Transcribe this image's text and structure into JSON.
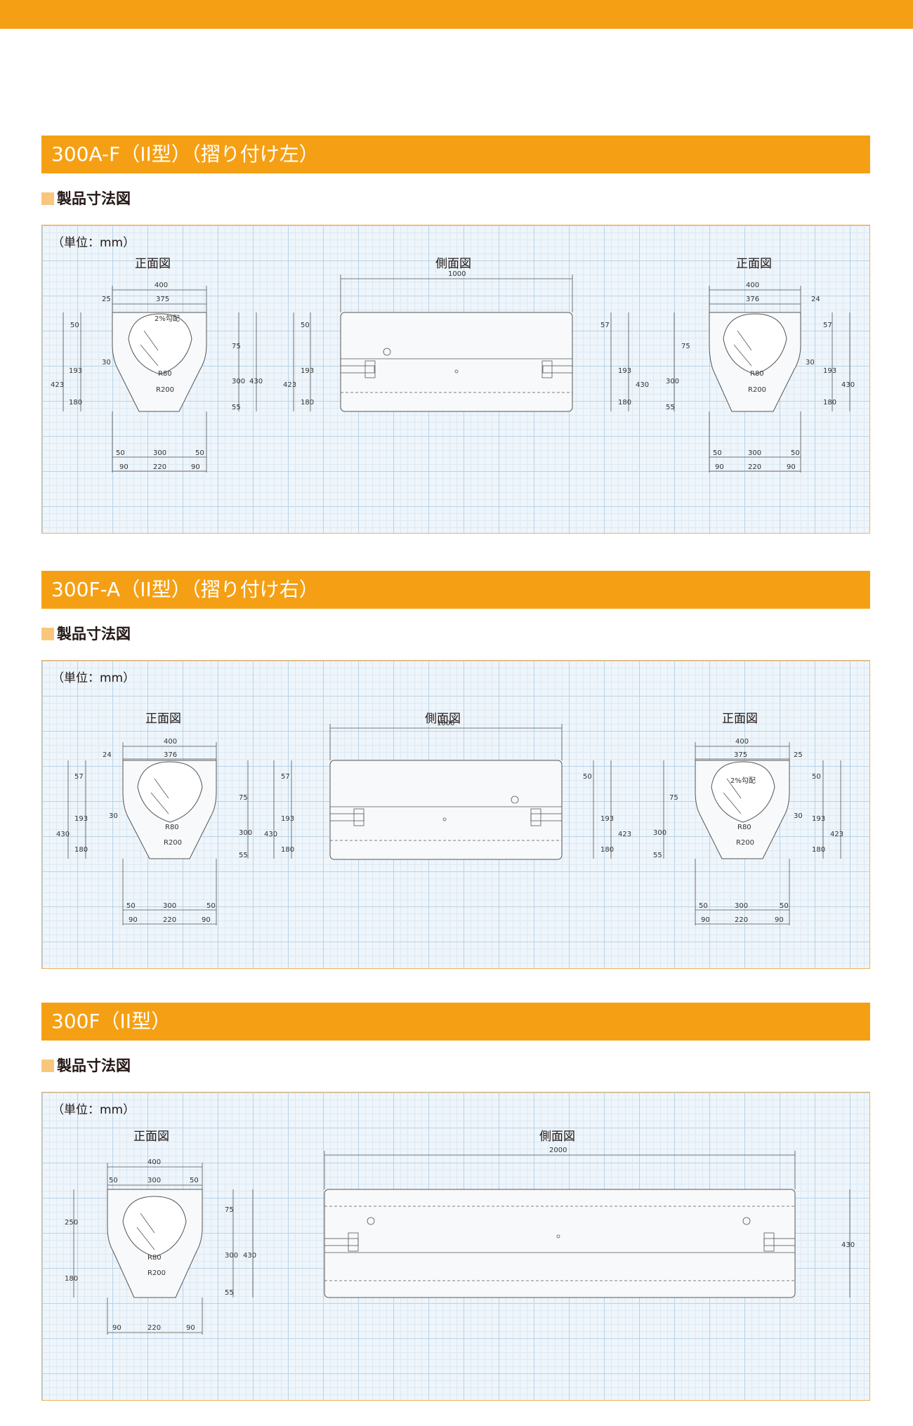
{
  "sections": [
    {
      "title": "300A-F（II型）（摺り付け左）",
      "subtitle": "製品寸法図",
      "unit": "（単位：mm）",
      "views": [
        "正面図",
        "側面図",
        "正面図"
      ],
      "front_left": {
        "w": "400",
        "a": "25",
        "b": "375",
        "slope": "2%勾配",
        "h1": "50",
        "total": "423",
        "h2": "193",
        "h3": "180",
        "r1": "R80",
        "r2": "R200",
        "e30": "30",
        "c75": "75",
        "c300": "300",
        "c55": "55",
        "c430": "430",
        "b50a": "50",
        "b300": "300",
        "b50b": "50",
        "b90a": "90",
        "b220": "220",
        "b90b": "90"
      },
      "side": {
        "len": "1000",
        "l50": "50",
        "l423": "423",
        "l193": "193",
        "l180": "180",
        "r57": "57",
        "r193": "193",
        "r180": "180",
        "r430": "430"
      },
      "front_right": {
        "w": "400",
        "a": "376",
        "b": "24",
        "c75": "75",
        "c300": "300",
        "c55": "55",
        "e30": "30",
        "r57": "57",
        "r193": "193",
        "r180": "180",
        "r430": "430",
        "r1": "R80",
        "r2": "R200",
        "b50a": "50",
        "b300": "300",
        "b50b": "50",
        "b90a": "90",
        "b220": "220",
        "b90b": "90"
      }
    },
    {
      "title": "300F-A（II型）（摺り付け右）",
      "subtitle": "製品寸法図",
      "unit": "（単位：mm）",
      "views": [
        "正面図",
        "側面図",
        "正面図"
      ],
      "front_left": {
        "w": "400",
        "a": "24",
        "b": "376",
        "h1": "57",
        "total": "430",
        "h2": "193",
        "h3": "180",
        "e30": "30",
        "r1": "R80",
        "r2": "R200",
        "c75": "75",
        "c300": "300",
        "c55": "55",
        "b50a": "50",
        "b300": "300",
        "b50b": "50",
        "b90a": "90",
        "b220": "220",
        "b90b": "90"
      },
      "side": {
        "len": "1000",
        "l57": "57",
        "l430": "430",
        "l193": "193",
        "l180": "180",
        "r50": "50",
        "r193": "193",
        "r180": "180",
        "r423": "423"
      },
      "front_right": {
        "w": "400",
        "a": "375",
        "b": "25",
        "slope": "2%勾配",
        "c75": "75",
        "c300": "300",
        "c55": "55",
        "e30": "30",
        "r50": "50",
        "r193": "193",
        "r180": "180",
        "r423": "423",
        "r1": "R80",
        "r2": "R200",
        "b50a": "50",
        "b300": "300",
        "b50b": "50",
        "b90a": "90",
        "b220": "220",
        "b90b": "90"
      }
    },
    {
      "title": "300F（II型）",
      "subtitle": "製品寸法図",
      "unit": "（単位：mm）",
      "views": [
        "正面図",
        "側面図"
      ],
      "front": {
        "w": "400",
        "b50a": "50",
        "b300t": "300",
        "b50b": "50",
        "h250": "250",
        "h180": "180",
        "r1": "R80",
        "r2": "R200",
        "c75": "75",
        "c300": "300",
        "c55": "55",
        "c430": "430",
        "b90a": "90",
        "b220": "220",
        "b90b": "90"
      },
      "side": {
        "len": "2000",
        "h430": "430"
      }
    }
  ],
  "colors": {
    "accent": "#f5a014",
    "panel_border": "#f0b15a",
    "grid": "#b9d3e6"
  }
}
